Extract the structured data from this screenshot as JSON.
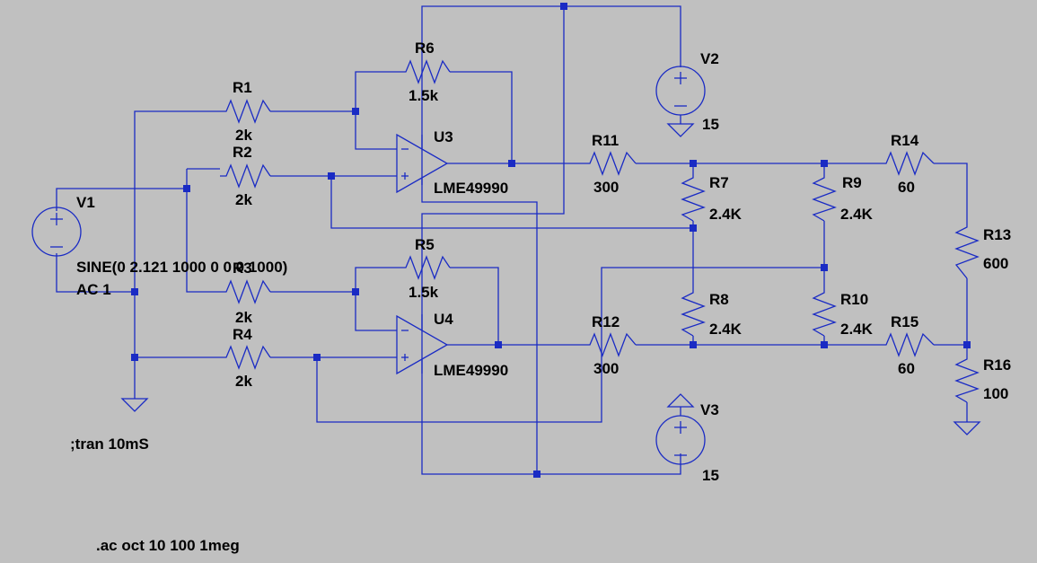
{
  "colors": {
    "background": "#c0c0c0",
    "wire": "#1a2bc4",
    "text": "#000000"
  },
  "resistors": [
    {
      "name": "R1",
      "value": "2k"
    },
    {
      "name": "R2",
      "value": "2k"
    },
    {
      "name": "R3",
      "value": "2k"
    },
    {
      "name": "R4",
      "value": "2k"
    },
    {
      "name": "R5",
      "value": "1.5k"
    },
    {
      "name": "R6",
      "value": "1.5k"
    },
    {
      "name": "R7",
      "value": "2.4K"
    },
    {
      "name": "R8",
      "value": "2.4K"
    },
    {
      "name": "R9",
      "value": "2.4K"
    },
    {
      "name": "R10",
      "value": "2.4K"
    },
    {
      "name": "R11",
      "value": "300"
    },
    {
      "name": "R12",
      "value": "300"
    },
    {
      "name": "R13",
      "value": "600"
    },
    {
      "name": "R14",
      "value": "60"
    },
    {
      "name": "R15",
      "value": "60"
    },
    {
      "name": "R16",
      "value": "100"
    }
  ],
  "opamps": [
    {
      "name": "U3",
      "model": "LME49990"
    },
    {
      "name": "U4",
      "model": "LME49990"
    }
  ],
  "sources": [
    {
      "name": "V1",
      "lines": [
        "SINE(0 2.121 1000 0 0 0 1000)",
        "AC 1"
      ]
    },
    {
      "name": "V2",
      "value": "15"
    },
    {
      "name": "V3",
      "value": "15"
    }
  ],
  "directives": [
    ";tran 10mS",
    ".ac oct 10 100 1meg"
  ]
}
